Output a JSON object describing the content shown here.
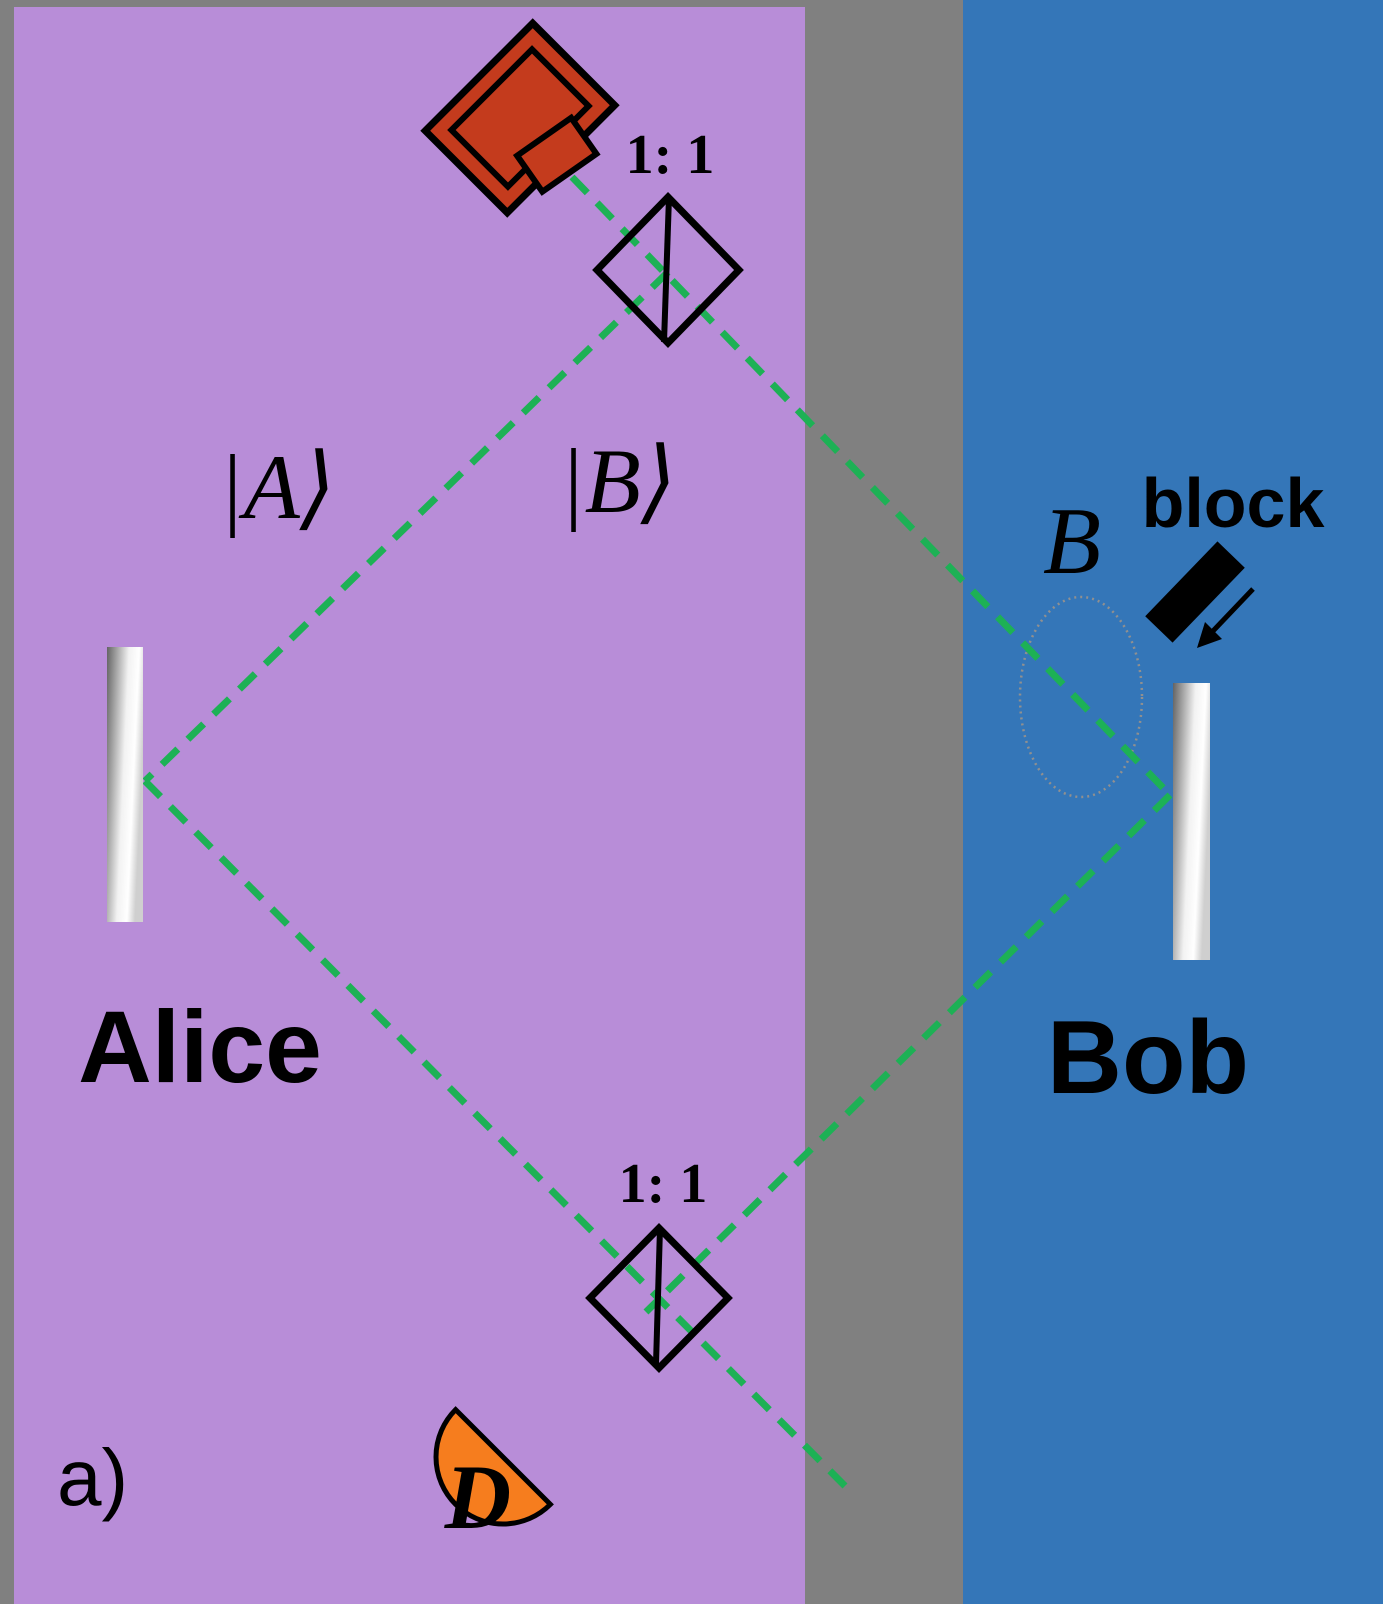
{
  "figure_label": "a)",
  "regions": {
    "alice": {
      "label": "Alice",
      "bg_color": "#b88dd8",
      "label_color": "#7c2fa8"
    },
    "bob": {
      "label": "Bob",
      "bg_color": "#3476b8",
      "label_color": "#1272d4"
    },
    "divider_color": "#808080"
  },
  "optics": {
    "splitter_ratio_top": "1: 1",
    "splitter_ratio_bottom": "1: 1",
    "state_left": "|A⟩",
    "state_right": "|B⟩",
    "mode_label": "B",
    "block_label": "block",
    "detector_label": "D"
  },
  "colors": {
    "beam": "#1db155",
    "laser_body": "#c43b1d",
    "detector_body": "#f67d1e",
    "block_fill": "#000000",
    "ellipse_outline": "#909090",
    "outline": "#000000",
    "mirror_dark": "#636363",
    "mirror_light": "#ffffff"
  }
}
